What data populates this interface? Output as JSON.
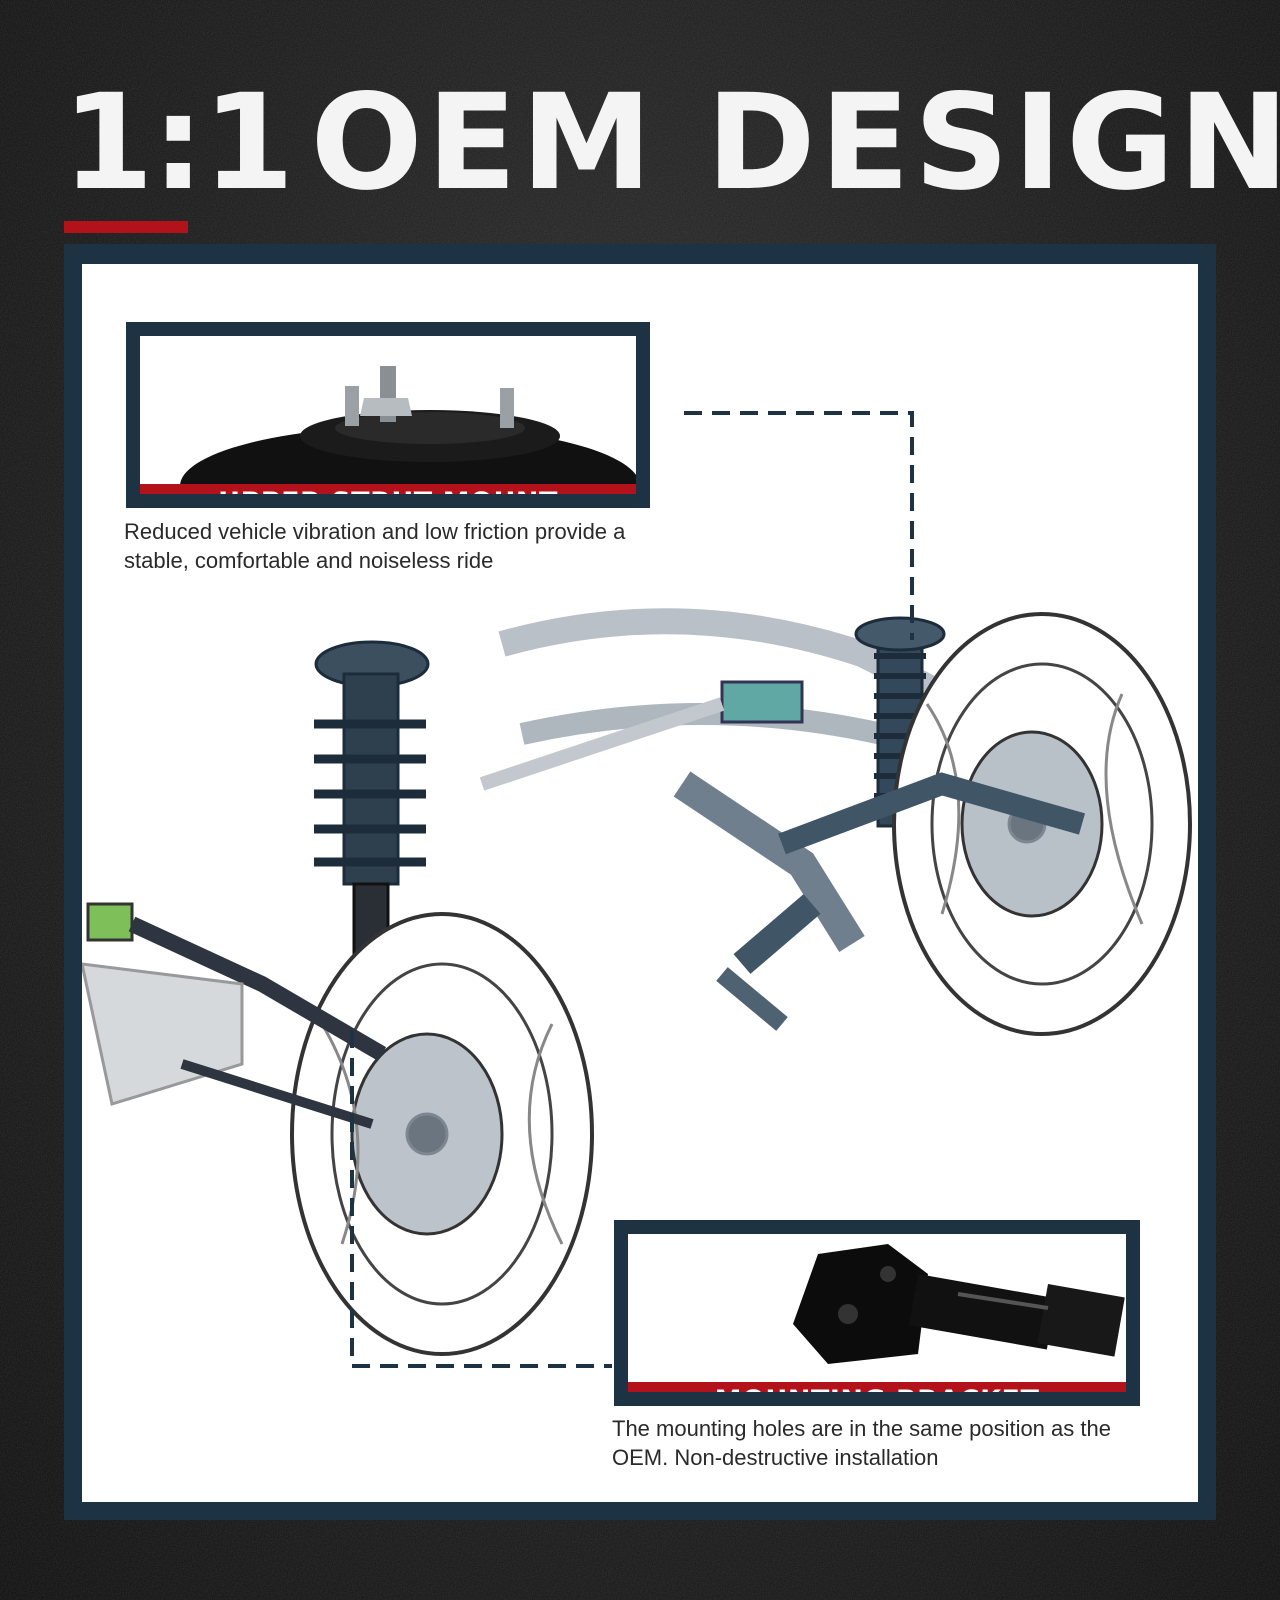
{
  "headline": {
    "ratio": "1:1",
    "title": "OEM DESIGN"
  },
  "colors": {
    "background": "#1a1a1a",
    "frame": "#1d3243",
    "accent_red": "#b3121b",
    "panel": "#ffffff",
    "headline_text": "#f4f4f4"
  },
  "callouts": {
    "upper_strut_mount": {
      "label": "UPPER STRUT MOUNT",
      "description_line1": "Reduced vehicle vibration and low friction provide a",
      "description_line2": "stable, comfortable and noiseless ride"
    },
    "mounting_bracket": {
      "label": "MOUNTING BRACKET",
      "description_line1": "The mounting holes are in the same position as the",
      "description_line2": "OEM. Non-destructive installation"
    }
  },
  "icons": {
    "suspension": "suspension-assembly-illustration",
    "strut_mount": "strut-mount-photo",
    "bracket": "mounting-bracket-photo"
  }
}
